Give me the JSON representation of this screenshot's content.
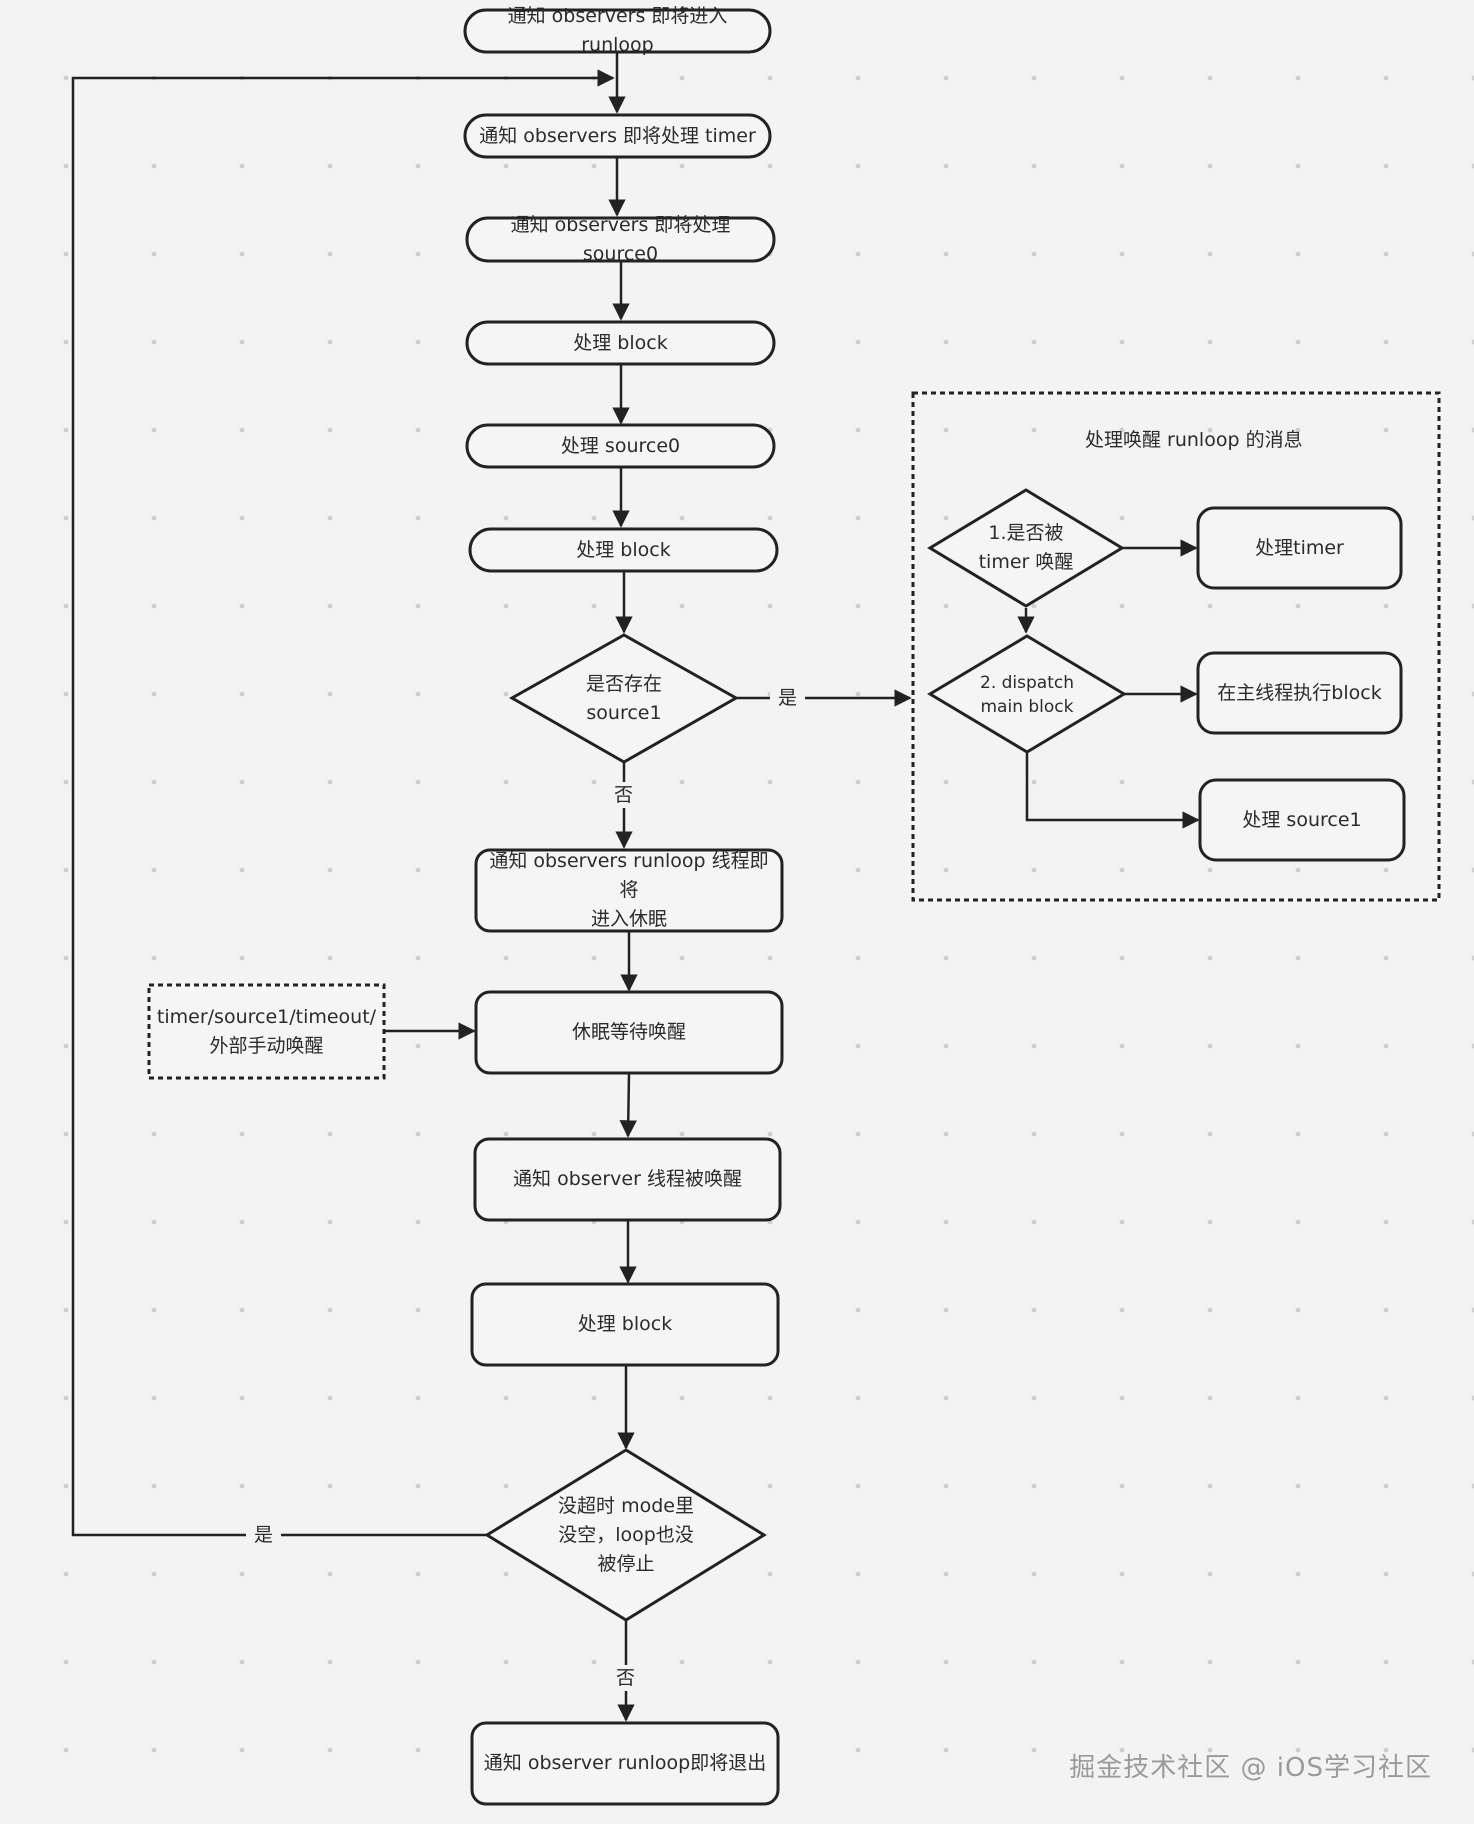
{
  "nodes": {
    "enter_runloop": "通知 observers 即将进入 runloop",
    "before_timer": "通知 observers 即将处理 timer",
    "before_source0": "通知 observers 即将处理 source0",
    "block1": "处理 block",
    "source0": "处理 source0",
    "block2": "处理 block",
    "has_source1": "是否存在\nsource1",
    "before_waiting": "通知 observers runloop 线程即将\n进入休眠",
    "sleep": "休眠等待唤醒",
    "wake_sources": "timer/source1/timeout/\n外部手动唤醒",
    "after_waiting": "通知 observer 线程被唤醒",
    "block3": "处理 block",
    "loop_check": "没超时 mode里\n没空，loop也没\n被停止",
    "exit": "通知 observer runloop即将退出"
  },
  "group": {
    "title": "处理唤醒 runloop 的消息",
    "timer_check": "1.是否被\ntimer 唤醒",
    "handle_timer": "处理timer",
    "dispatch_check": "2. dispatch\nmain block",
    "main_block": "在主线程执行block",
    "handle_source1": "处理 source1"
  },
  "labels": {
    "yes_source1": "是",
    "no_source1": "否",
    "yes_loop": "是",
    "no_loop": "否"
  },
  "watermark": "掘金技术社区 @ iOS学习社区"
}
